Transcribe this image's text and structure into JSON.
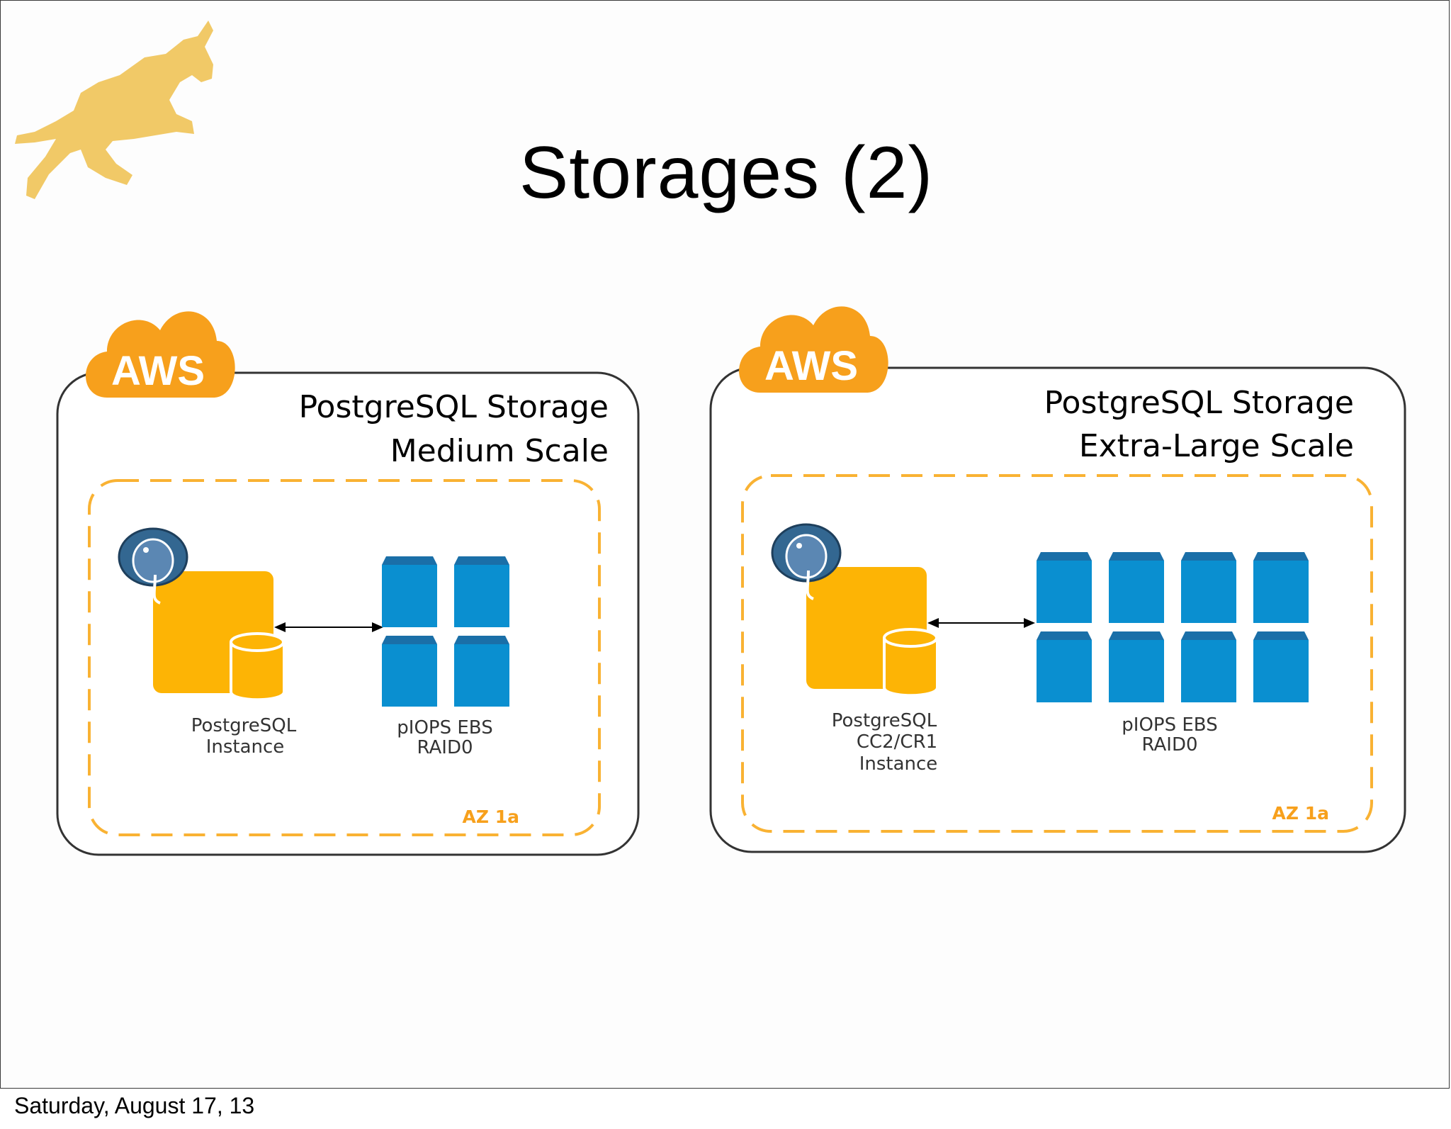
{
  "slide": {
    "title": "Storages (2)",
    "footer_date": "Saturday, August 17, 13"
  },
  "panels": [
    {
      "cloud_label": "AWS",
      "title_line1": "PostgreSQL Storage",
      "title_line2": "Medium Scale",
      "instance_label_lines": [
        "PostgreSQL",
        "Instance"
      ],
      "ebs_label_lines": [
        "pIOPS EBS",
        "RAID0"
      ],
      "ebs_volume_count": 4,
      "az_label": "AZ 1a"
    },
    {
      "cloud_label": "AWS",
      "title_line1": "PostgreSQL Storage",
      "title_line2": "Extra-Large Scale",
      "instance_label_lines": [
        "PostgreSQL",
        "CC2/CR1",
        "Instance"
      ],
      "ebs_label_lines": [
        "pIOPS EBS",
        "RAID0"
      ],
      "ebs_volume_count": 8,
      "az_label": "AZ 1a"
    }
  ],
  "colors": {
    "aws_orange": "#F7A01C",
    "instance_orange": "#FDB405",
    "ebs_blue": "#0A8FD0",
    "postgres_blue": "#336791",
    "az_dashed": "#F9B233",
    "az_text": "#F7A01C",
    "horse": "#F0C45A"
  },
  "icons": {
    "logo": "horse-logo-icon",
    "cloud": "aws-cloud-icon",
    "database": "postgres-elephant-icon",
    "volume": "ebs-volume-icon",
    "arrow": "double-arrow-icon"
  }
}
